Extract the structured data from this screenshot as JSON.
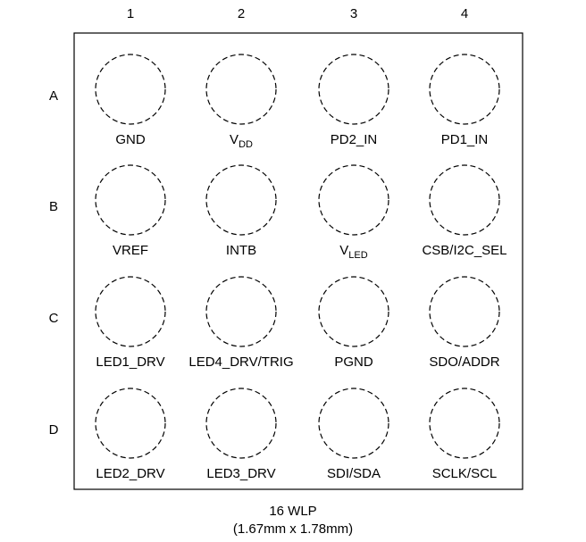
{
  "columns": [
    "1",
    "2",
    "3",
    "4"
  ],
  "rows": [
    "A",
    "B",
    "C",
    "D"
  ],
  "pins": [
    [
      {
        "label": "GND",
        "sub": ""
      },
      {
        "label": "V",
        "sub": "DD"
      },
      {
        "label": "PD2_IN",
        "sub": ""
      },
      {
        "label": "PD1_IN",
        "sub": ""
      }
    ],
    [
      {
        "label": "VREF",
        "sub": ""
      },
      {
        "label": "INTB",
        "sub": ""
      },
      {
        "label": "V",
        "sub": "LED"
      },
      {
        "label": "CSB/I2C_SEL",
        "sub": ""
      }
    ],
    [
      {
        "label": "LED1_DRV",
        "sub": ""
      },
      {
        "label": "LED4_DRV/TRIG",
        "sub": ""
      },
      {
        "label": "PGND",
        "sub": ""
      },
      {
        "label": "SDO/ADDR",
        "sub": ""
      }
    ],
    [
      {
        "label": "LED2_DRV",
        "sub": ""
      },
      {
        "label": "LED3_DRV",
        "sub": ""
      },
      {
        "label": "SDI/SDA",
        "sub": ""
      },
      {
        "label": "SCLK/SCL",
        "sub": ""
      }
    ]
  ],
  "package": {
    "name": "16 WLP",
    "size": "(1.67mm x 1.78mm)"
  }
}
